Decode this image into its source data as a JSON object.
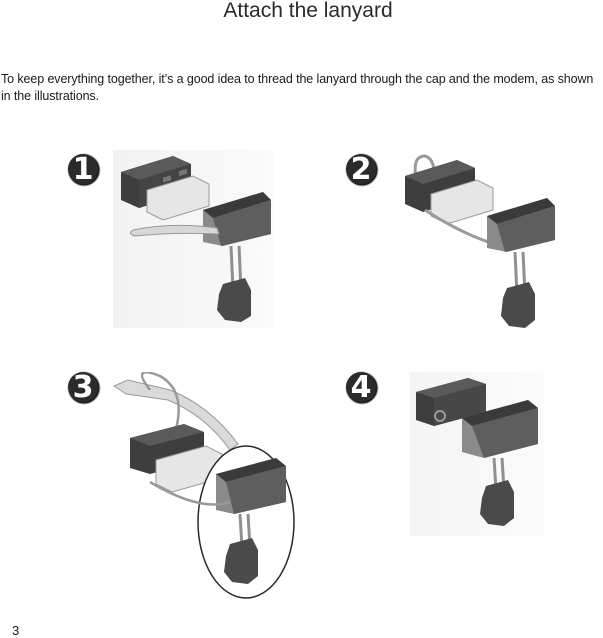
{
  "heading": "Attach the lanyard",
  "intro": "To keep everything together, it’s a good idea to thread the lanyard through the cap and the modem, as shown in the illustrations.",
  "steps": [
    {
      "number": "1"
    },
    {
      "number": "2"
    },
    {
      "number": "3"
    },
    {
      "number": "4"
    }
  ],
  "page_number": "3",
  "colors": {
    "badge": "#1f1f1f",
    "device_dark": "#3e3e3e",
    "device_mid": "#8a8a8a",
    "lanyard": "#bdbdbd"
  }
}
